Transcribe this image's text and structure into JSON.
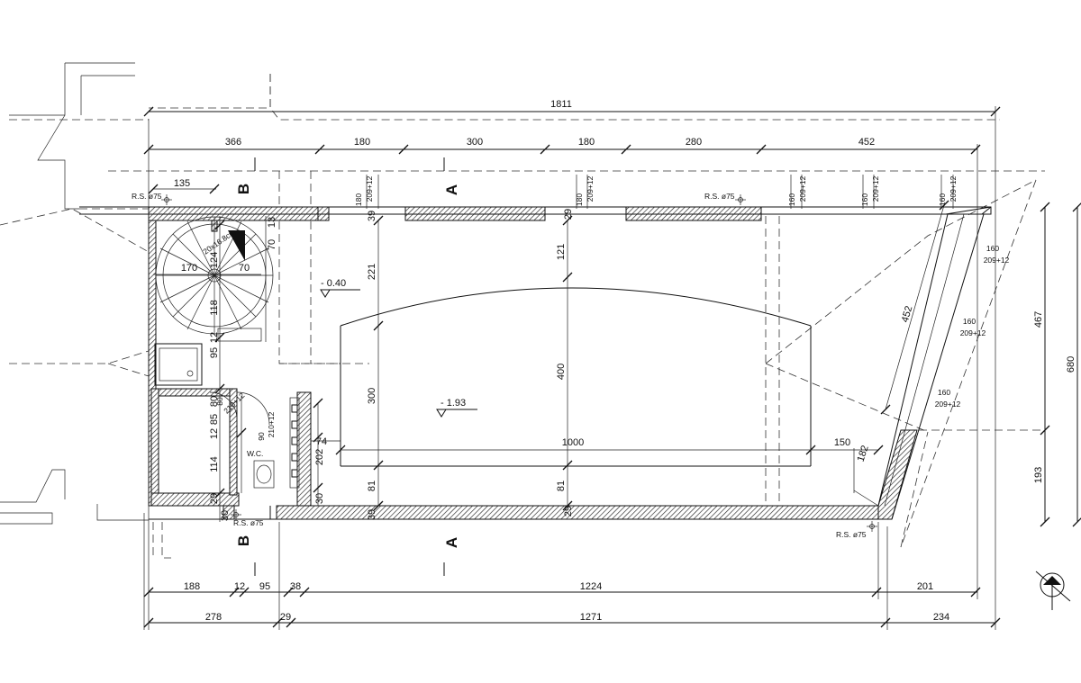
{
  "dimensions": {
    "overall_width": "1811",
    "top_segments": [
      "366",
      "180",
      "300",
      "180",
      "280",
      "452"
    ],
    "bottom_row1": [
      "188",
      "12",
      "95",
      "38",
      "1224",
      "201"
    ],
    "bottom_row2": [
      "278",
      "29",
      "1271",
      "234"
    ],
    "right_side": [
      "467",
      "680",
      "193"
    ],
    "left_stair": [
      "135",
      "170",
      "70",
      "124",
      "118",
      "70",
      "13",
      "95",
      "12",
      "80",
      "85",
      "12",
      "114",
      "29",
      "30"
    ],
    "interior": [
      "221",
      "121",
      "400",
      "300",
      "81",
      "81",
      "1000",
      "150",
      "182",
      "452",
      "74",
      "202",
      "30",
      "39",
      "29",
      "39",
      "29"
    ],
    "doors": {
      "d1": "210+12",
      "d1w": "80",
      "d2": "210+12",
      "d2w": "90",
      "top_windows": [
        {
          "w": "180",
          "h": "209+12"
        },
        {
          "w": "180",
          "h": "209+12"
        },
        {
          "w": "160",
          "h": "209+12"
        },
        {
          "w": "160",
          "h": "209+12"
        },
        {
          "w": "160",
          "h": "209+12"
        }
      ],
      "diag_windows": [
        {
          "w": "160",
          "h": "209+12"
        },
        {
          "w": "160",
          "h": "209+12"
        },
        {
          "w": "160",
          "h": "209+12"
        }
      ]
    }
  },
  "labels": {
    "section_a": "A",
    "section_b": "B",
    "rs_left_top": "R.S. ø75",
    "rs_mid_top": "R.S. ø75",
    "rs_bottom_left": "R.S. ø75",
    "rs_bottom_right": "R.S. ø75",
    "stair_spec": "20x16.8cm",
    "level_upper": "- 0.40",
    "level_main": "- 1.93",
    "wc": "W.C."
  }
}
